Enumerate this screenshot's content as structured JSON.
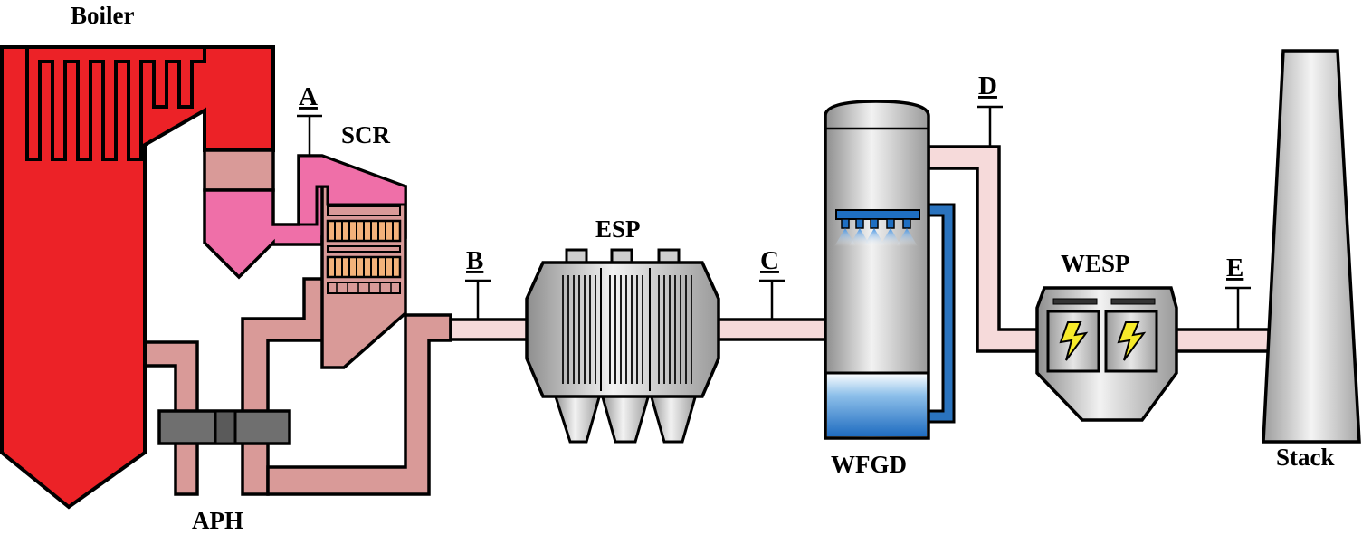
{
  "labels": {
    "boiler": "Boiler",
    "scr": "SCR",
    "aph": "APH",
    "esp": "ESP",
    "wfgd": "WFGD",
    "wesp": "WESP",
    "stack": "Stack"
  },
  "points": {
    "a": "A",
    "b": "B",
    "c": "C",
    "d": "D",
    "e": "E"
  },
  "colors": {
    "boiler": "#ec2227",
    "scr_reactor": "#ef6fa8",
    "hot_duct": "#d99a98",
    "flue_duct": "#f6dada",
    "vessel_gray": "#b5b5b5",
    "slurry_blue": "#2a73be",
    "spray_blue": "#1f6fc2",
    "aph_gray": "#6f6f6f",
    "catalyst": "#f3b27a",
    "lightning": "#f6ea2a"
  }
}
